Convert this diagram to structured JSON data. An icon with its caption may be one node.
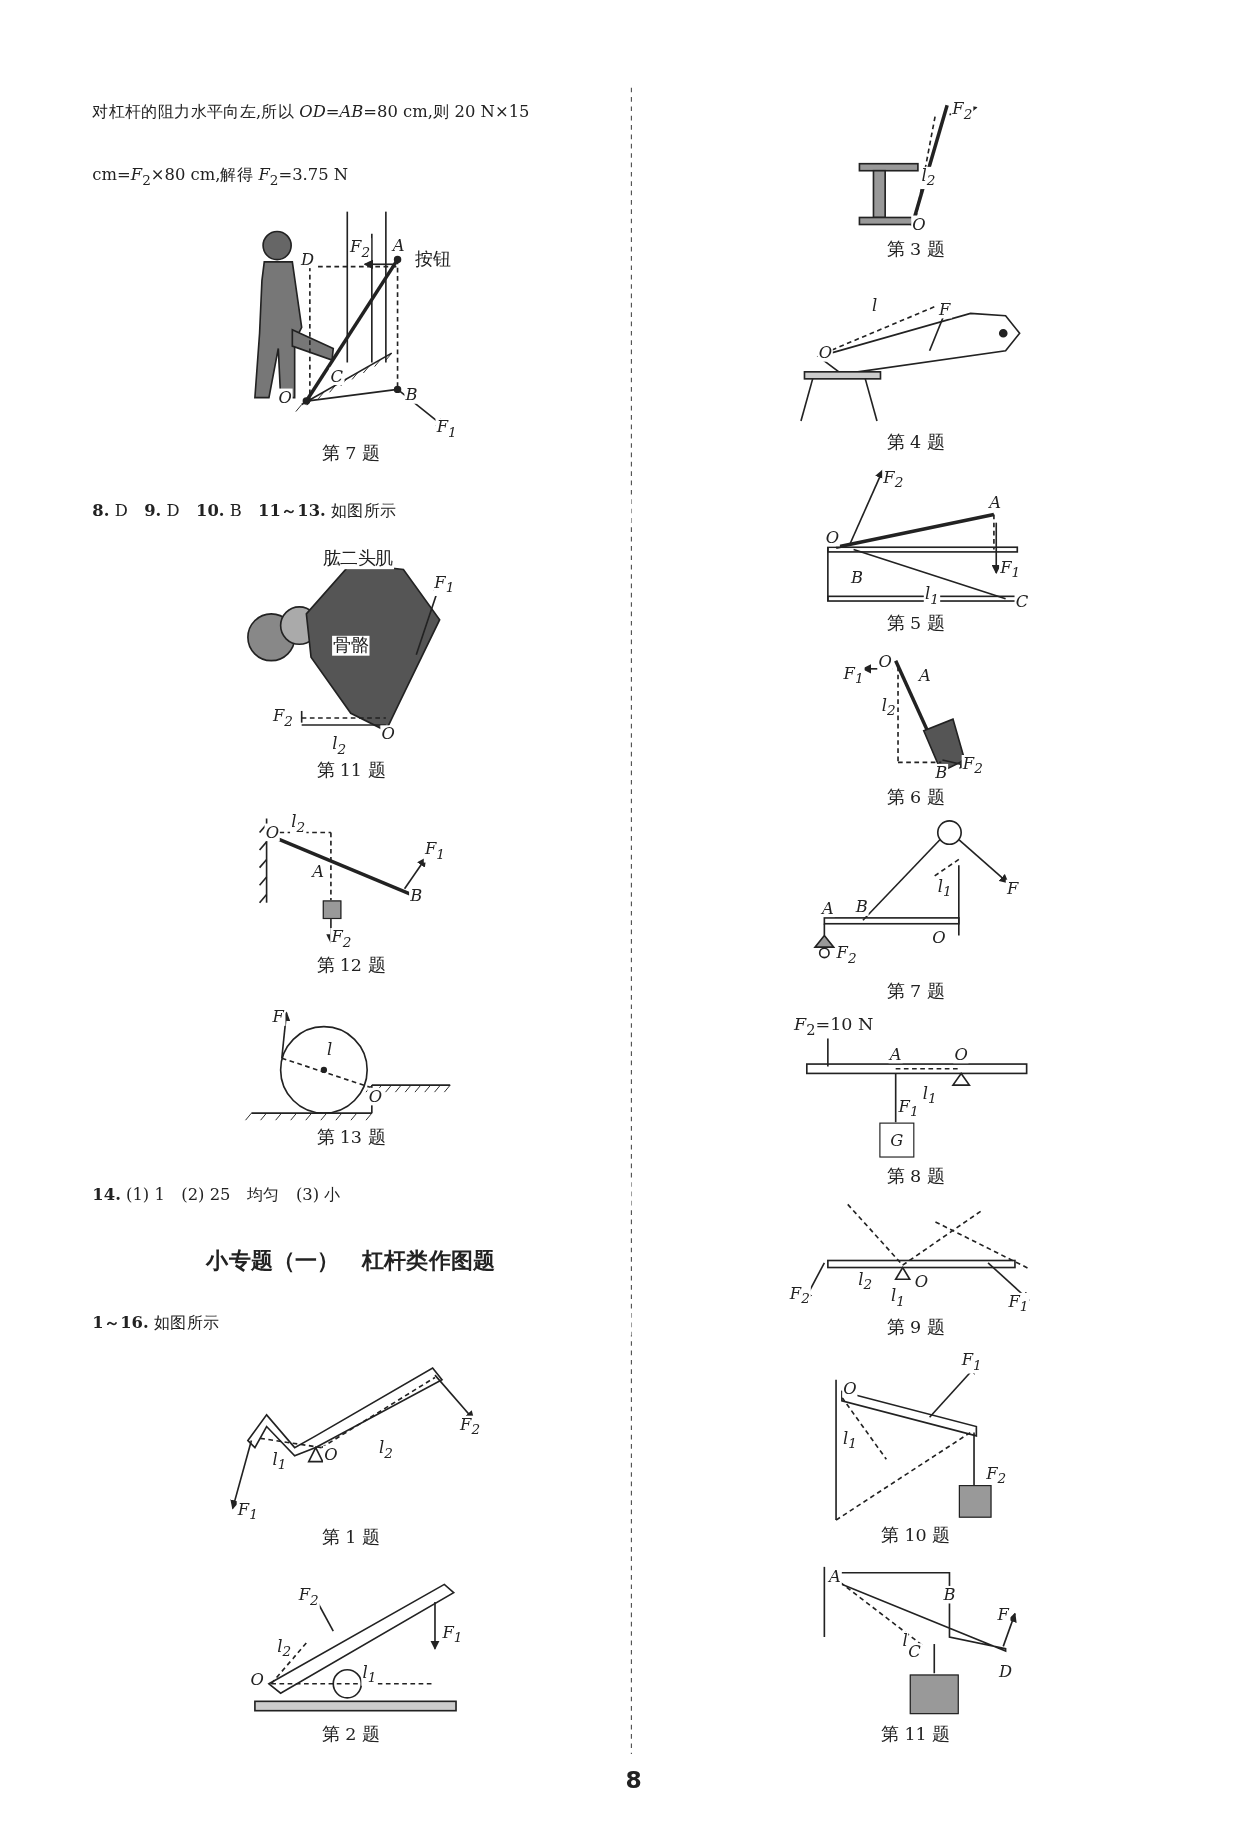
{
  "diagram": {
    "nodes": [
      {
        "text": [],
        "shape": "box"
      },
      {
        "text": [
          "G"
        ]
      },
      {
        "text": [],
        "shape": "box"
      },
      {
        "text": [],
        "shape": "box"
      }
    ],
    "labels": [
      "对杠杆的阻力水平向左,所以 *OD*=*AB*=80 cm,则 20 N×15 cm=*F*$_{2}$×80 cm,解得 *F*$_{2}$=3.75 N",
      "D",
      "F$_{2}$",
      "A",
      "按钮",
      "C",
      "O",
      "B",
      "F$_{1}$",
      "第 7 题",
      "**8.** D　**9.** D　**10.** B　**11～13.** 如图所示",
      "肱二头肌",
      "F$_{1}$",
      "骨骼",
      "F$_{2}$",
      "O",
      "l$_{2}$",
      "第 11 题",
      "O",
      "l$_{2}$",
      "F$_{1}$",
      "A",
      "B",
      "F$_{2}$",
      "第 12 题",
      "F",
      "l",
      "O",
      "第 13 题",
      "**14.** (1) 1　(2) 25　均匀　(3) 小",
      "小专题（一）　杠杆类作图题",
      "**1～16.** 如图所示",
      "l$_{1}$",
      "O",
      "l$_{2}$",
      "F$_{2}$",
      "F$_{1}$",
      "第 1 题",
      "F$_{2}$",
      "F$_{1}$",
      "l$_{2}$",
      "O",
      "l$_{1}$",
      "第 2 题",
      "F$_{2}$",
      "l$_{2}$",
      "O",
      "第 3 题",
      "l",
      "F",
      "O",
      "第 4 题",
      "F$_{2}$",
      "A",
      "O",
      "B",
      "l$_{1}$",
      "F$_{1}$",
      "C",
      "第 5 题",
      "O",
      "F$_{1}$",
      "A",
      "l$_{2}$",
      "B",
      "F$_{2}$",
      "第 6 题",
      "F",
      "l$_{1}$",
      "A",
      "B",
      "O",
      "F$_{2}$",
      "第 7 题",
      "*F*$_{2}$=10 N",
      "A",
      "O",
      "l$_{1}$",
      "F$_{1}$",
      "第 8 题",
      "l$_{1}$",
      "l$_{2}$",
      "O",
      "F$_{2}$",
      "F$_{1}$",
      "第 9 题",
      "O",
      "F$_{1}$",
      "l$_{1}$",
      "F$_{2}$",
      "第 10 题",
      "A",
      "B",
      "F",
      "l",
      "C",
      "D",
      "第 11 题",
      "8"
    ]
  }
}
